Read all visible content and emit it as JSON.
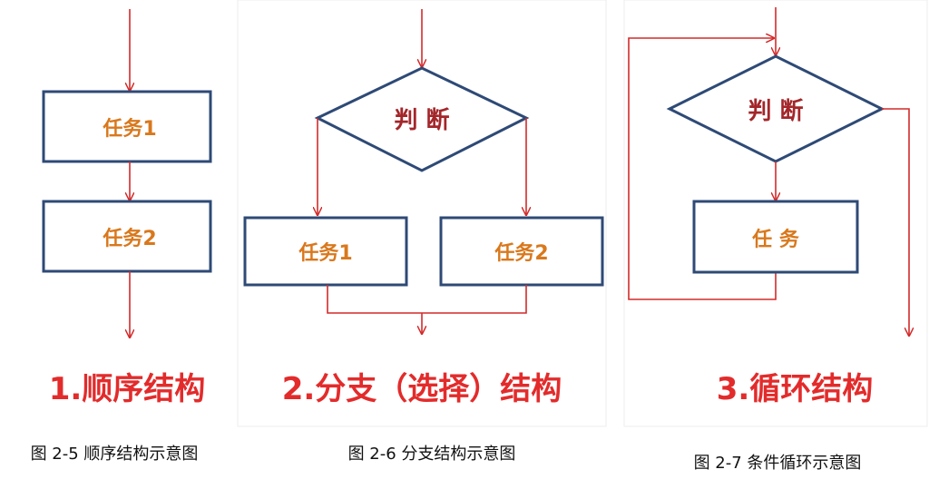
{
  "colors": {
    "box_border": "#2e4a76",
    "task_text": "#d9781c",
    "judge_text": "#a3262a",
    "arrow": "#d42a2a",
    "title": "#e32b2b"
  },
  "sequence": {
    "task1": "任务1",
    "task2": "任务2",
    "title": "1.顺序结构",
    "caption": "图 2-5  顺序结构示意图"
  },
  "branch": {
    "decision": "判 断",
    "task1": "任务1",
    "task2": "任务2",
    "title": "2.分支（选择）结构",
    "caption": "图 2-6  分支结构示意图"
  },
  "loop": {
    "decision": "判 断",
    "task": "任 务",
    "title": "3.循环结构",
    "caption": "图 2-7 条件循环示意图"
  }
}
